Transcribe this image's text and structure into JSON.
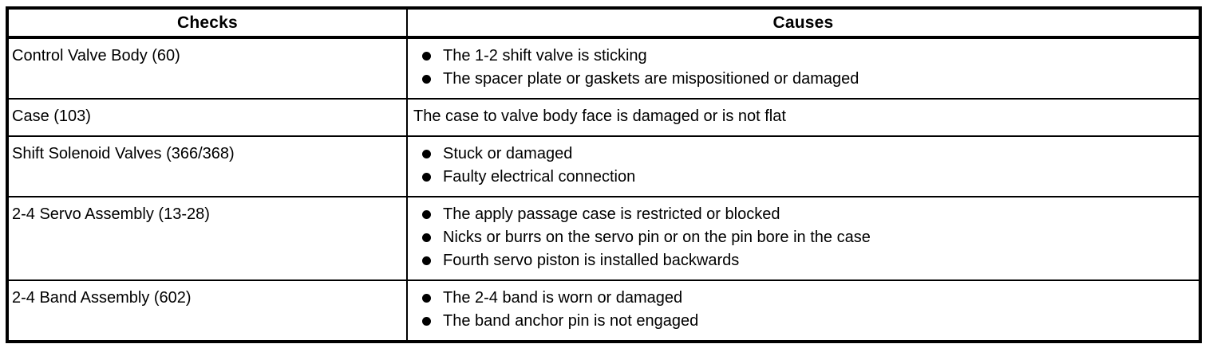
{
  "colors": {
    "border": "#000000",
    "text": "#000000",
    "background": "#ffffff"
  },
  "table": {
    "headers": [
      {
        "label": "Checks"
      },
      {
        "label": "Causes"
      }
    ],
    "rows": [
      {
        "check": "Control Valve Body (60)",
        "bulleted": true,
        "causes": [
          "The 1-2 shift valve is sticking",
          "The spacer plate or gaskets are mispositioned or damaged"
        ]
      },
      {
        "check": "Case (103)",
        "bulleted": false,
        "causes": [
          "The case to valve body face is damaged or is not flat"
        ]
      },
      {
        "check": "Shift Solenoid Valves (366/368)",
        "bulleted": true,
        "causes": [
          "Stuck or damaged",
          "Faulty electrical connection"
        ]
      },
      {
        "check": "2-4 Servo Assembly (13-28)",
        "bulleted": true,
        "causes": [
          "The apply passage case is restricted or blocked",
          "Nicks or burrs on the servo pin or on the pin bore in the case",
          "Fourth servo piston is installed backwards"
        ]
      },
      {
        "check": "2-4 Band Assembly (602)",
        "bulleted": true,
        "causes": [
          "The 2-4 band is worn or damaged",
          "The band anchor pin is not engaged"
        ]
      }
    ]
  }
}
